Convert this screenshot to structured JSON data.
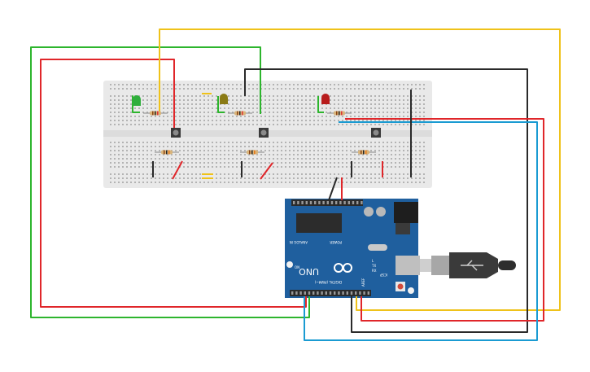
{
  "colors": {
    "wire_green": "#2db52d",
    "wire_red": "#e0262a",
    "wire_yellow": "#efc21a",
    "wire_black": "#2a2a2a",
    "wire_blue": "#1a9bd2",
    "breadboard": "#e9e9e9",
    "arduino_board": "#1f5f9e",
    "led_green": "#2fae3c",
    "led_yellow": "#8a7a14",
    "led_red": "#b81d1d",
    "usb_cable": "#3a3a3a"
  },
  "arduino": {
    "brand": "UNO",
    "power_label": "POWER",
    "analog_label": "ANALOG IN",
    "digital_label": "DIGITAL (PWM~)",
    "aref_label": "AREF",
    "icsp_label": "ICSP",
    "tx_label": "TX",
    "rx_label": "RX",
    "l_label": "L",
    "on_label": "ON"
  },
  "components": {
    "leds": [
      {
        "name": "green-led",
        "color": "green"
      },
      {
        "name": "yellow-led",
        "color": "yellow"
      },
      {
        "name": "red-led",
        "color": "red"
      }
    ],
    "buttons": [
      "button-1",
      "button-2",
      "button-3"
    ],
    "resistor_count": 6
  }
}
